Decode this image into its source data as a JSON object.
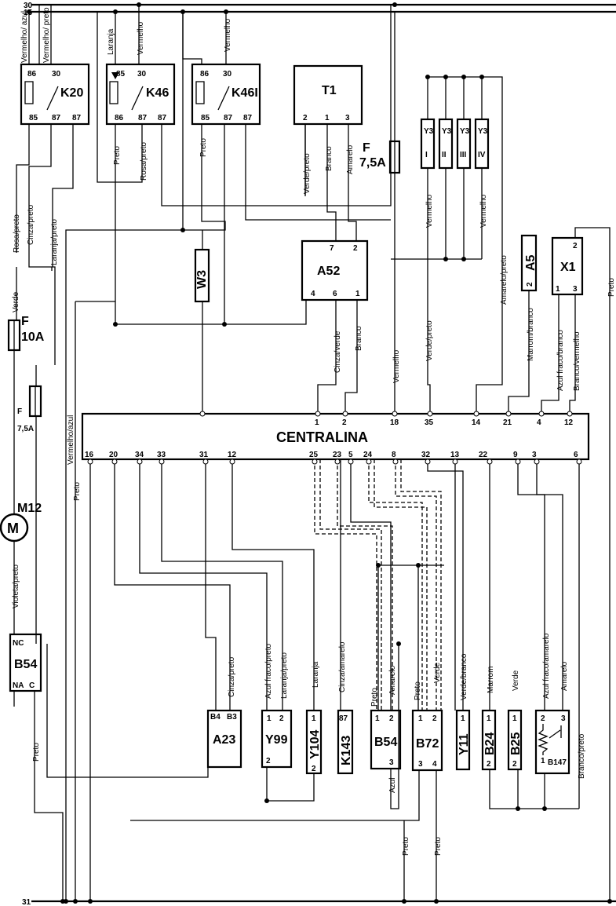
{
  "rails": {
    "rail_30": "30",
    "rail_15": "15",
    "rail_31": "31"
  },
  "ecu": {
    "title": "CENTRALINA",
    "top_pins": [
      "1",
      "2",
      "18",
      "35",
      "14",
      "21",
      "4",
      "12"
    ],
    "bottom_pins": [
      "16",
      "20",
      "34",
      "33",
      "31",
      "12",
      "25",
      "23",
      "5",
      "24",
      "8",
      "32",
      "13",
      "22",
      "9",
      "3",
      "6"
    ]
  },
  "relays": {
    "k20": {
      "name": "K20",
      "pins": [
        "86",
        "30",
        "85",
        "87",
        "87"
      ]
    },
    "k46": {
      "name": "K46",
      "pins": [
        "85",
        "30",
        "86",
        "87",
        "87"
      ]
    },
    "k46i": {
      "name": "K46I",
      "pins": [
        "86",
        "30",
        "85",
        "87",
        "87"
      ]
    }
  },
  "components": {
    "t1": {
      "name": "T1",
      "pins": [
        "2",
        "1",
        "3"
      ]
    },
    "a52": {
      "name": "A52",
      "pins": [
        "7",
        "2",
        "4",
        "6",
        "1"
      ]
    },
    "w3": {
      "name": "W3"
    },
    "y3": {
      "labels": [
        "Y3 I",
        "Y3 II",
        "Y3 III",
        "Y3 IV"
      ]
    },
    "a5": {
      "name": "A5",
      "pin": "2"
    },
    "x1": {
      "name": "X1",
      "pins": [
        "2",
        "1",
        "3"
      ]
    },
    "m12": {
      "name": "M12",
      "symbol": "M"
    },
    "b54_switch": {
      "name": "B54",
      "nc": "NC",
      "na": "NA",
      "c": "C"
    },
    "a23": {
      "name": "A23",
      "pins": [
        "B4",
        "B3"
      ]
    },
    "y99": {
      "name": "Y99",
      "pins": [
        "1",
        "2",
        "2"
      ]
    },
    "y104": {
      "name": "Y104",
      "pins": [
        "1",
        "2"
      ]
    },
    "k143": {
      "name": "K143",
      "pin": "87"
    },
    "b54": {
      "name": "B54",
      "pins": [
        "1",
        "2",
        "3"
      ]
    },
    "b72": {
      "name": "B72",
      "pins": [
        "1",
        "2",
        "3",
        "4"
      ]
    },
    "y11": {
      "name": "Y11",
      "pin": "1"
    },
    "b24": {
      "name": "B24",
      "pins": [
        "1",
        "2"
      ]
    },
    "b25": {
      "name": "B25",
      "pins": [
        "1",
        "2"
      ]
    },
    "b147": {
      "name": "B147",
      "pins": [
        "2",
        "3",
        "1"
      ]
    }
  },
  "fuses": {
    "f75a_top": {
      "f": "F",
      "value": "7,5A"
    },
    "f10a": {
      "f": "F",
      "value": "10A"
    },
    "f75a_left": {
      "f": "F",
      "value": "7,5A"
    }
  },
  "wire_labels": {
    "k20_vermelho_azul": "Vermelho/ azul",
    "k20_vermelho_preto": "Vermelho/ preto",
    "k46_laranja": "Laranja",
    "k46_vermelho": "Vermelho",
    "k46i_vermelho": "Vermelho",
    "k46_preto": "Preto",
    "k46_rosa_preto": "Rosa/preto",
    "k46i_preto": "Preto",
    "t1_verde_preto": "Verde/preto",
    "t1_branco": "Branco",
    "t1_amarelo": "Amarelo",
    "rosa_preto": "Rosa/preto",
    "cinza_preto": "Cinza/preto",
    "laranja_preto": "Laranja/preto",
    "verde": "Verde",
    "y3_vermelho": "Vermelho",
    "y3_vermelho2": "Vermelho",
    "amarelo_preto": "Amarelo/preto",
    "marrom_branco": "Marrom/branco",
    "azul_fraco_branco": "Azul fraco/branco",
    "branco_vermelho": "Branco/vermelho",
    "preto_x1": "Preto",
    "cinza_verde": "Cinza/verde",
    "branco_a52": "Branco",
    "vermelho_18": "Vermelho",
    "verde_preto_35": "Verde/preto",
    "vermelho_azul_long": "Vermelho/azul",
    "preto_long": "Preto",
    "violeta_preto": "Violeta/preto",
    "preto_b54": "Preto",
    "cinza_preto_a23": "Cinza/preto",
    "azul_fraco_preto": "Azul fraco/preto",
    "laranja_preto_y99": "Laranja/preto",
    "laranja_y104": "Laranja",
    "cinza_amarelo": "Cinza/amarelo",
    "preto_b54_1": "Preto",
    "amarelo_b54": "Amarelo",
    "preto_b72": "Preto",
    "verde_b72": "Verde",
    "verde_branco": "Verde/branco",
    "marrom": "Marrom",
    "verde_b25": "Verde",
    "azul_fraco_amarelo": "Azul fraco/amarelo",
    "amarelo_b147": "Amarelo",
    "branco_preto": "Branco/preto",
    "azul": "Azul",
    "preto_bottom_1": "Preto",
    "preto_bottom_2": "Preto"
  }
}
